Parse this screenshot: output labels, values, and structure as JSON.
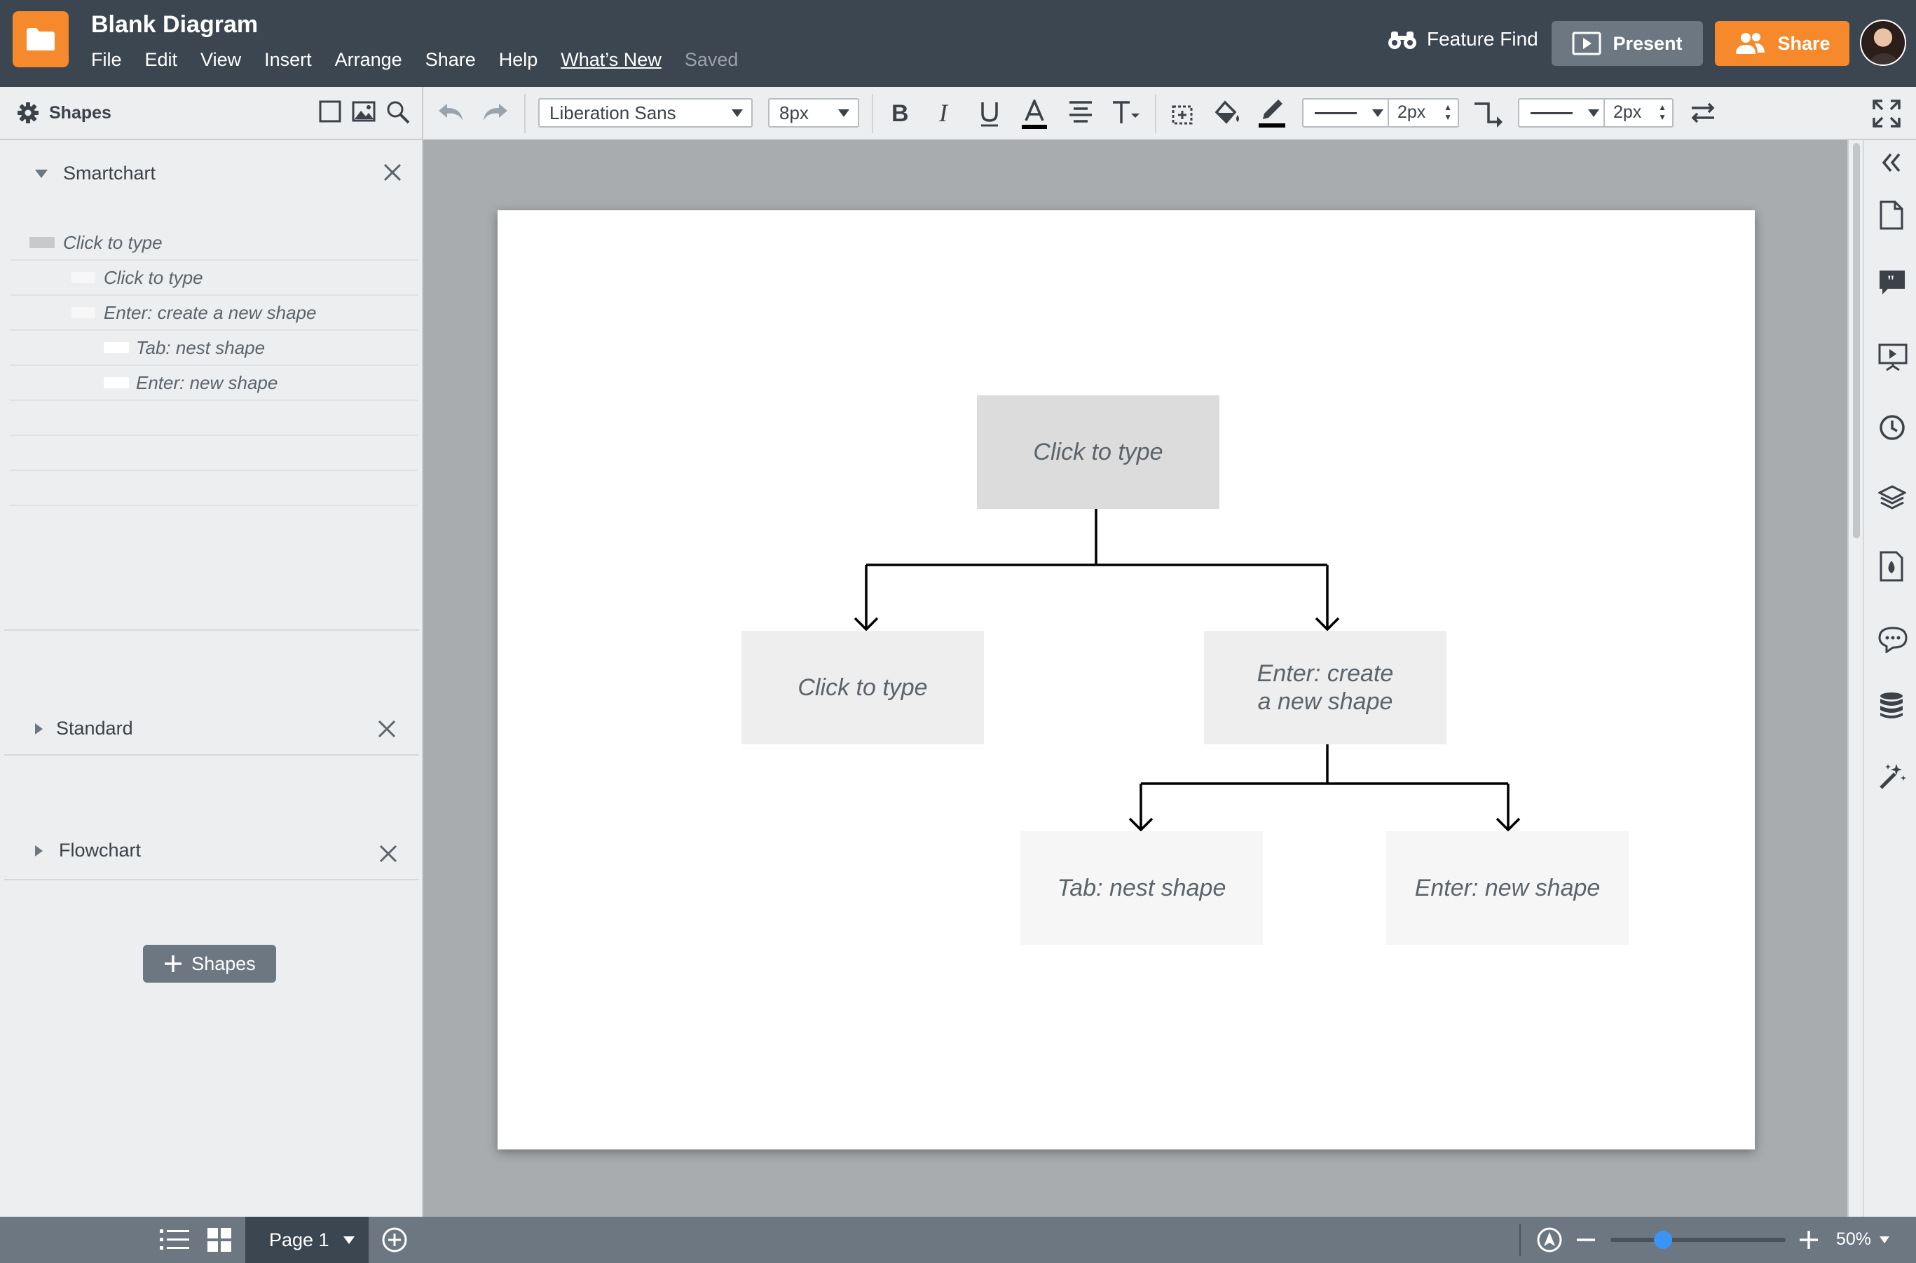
{
  "header": {
    "doc_title": "Blank Diagram",
    "menu": [
      "File",
      "Edit",
      "View",
      "Insert",
      "Arrange",
      "Share",
      "Help"
    ],
    "whats_new": "What’s New",
    "saved_status": "Saved",
    "feature_find": "Feature Find",
    "present_label": "Present",
    "share_label": "Share",
    "brand_color": "#f6892b"
  },
  "toolbar": {
    "shapes_tab_label": "Shapes",
    "font_family": "Liberation Sans",
    "font_size": "8px",
    "line_width_1": "2px",
    "line_width_2": "2px"
  },
  "left_panel": {
    "smartchart": {
      "title": "Smartchart",
      "items": [
        {
          "label": "Click to type",
          "level": 0
        },
        {
          "label": "Click to type",
          "level": 1
        },
        {
          "label": "Enter: create a new shape",
          "level": 1
        },
        {
          "label": "Tab: nest shape",
          "level": 2
        },
        {
          "label": "Enter: new shape",
          "level": 2
        }
      ]
    },
    "standard": {
      "title": "Standard"
    },
    "flowchart": {
      "title": "Flowchart"
    },
    "add_shapes_label": "Shapes"
  },
  "canvas": {
    "nodes": {
      "root": "Click to type",
      "child_left": "Click to type",
      "child_right_line1": "Enter: create",
      "child_right_line2": "a new shape",
      "grandchild_left": "Tab: nest shape",
      "grandchild_right": "Enter: new shape"
    },
    "node_colors": {
      "level0": "#dcdcdc",
      "level1": "#eeeeee",
      "level2": "#f6f6f6"
    }
  },
  "bottombar": {
    "page_label": "Page 1",
    "zoom": "50%",
    "zoom_slider_accent": "#3a94f5"
  }
}
